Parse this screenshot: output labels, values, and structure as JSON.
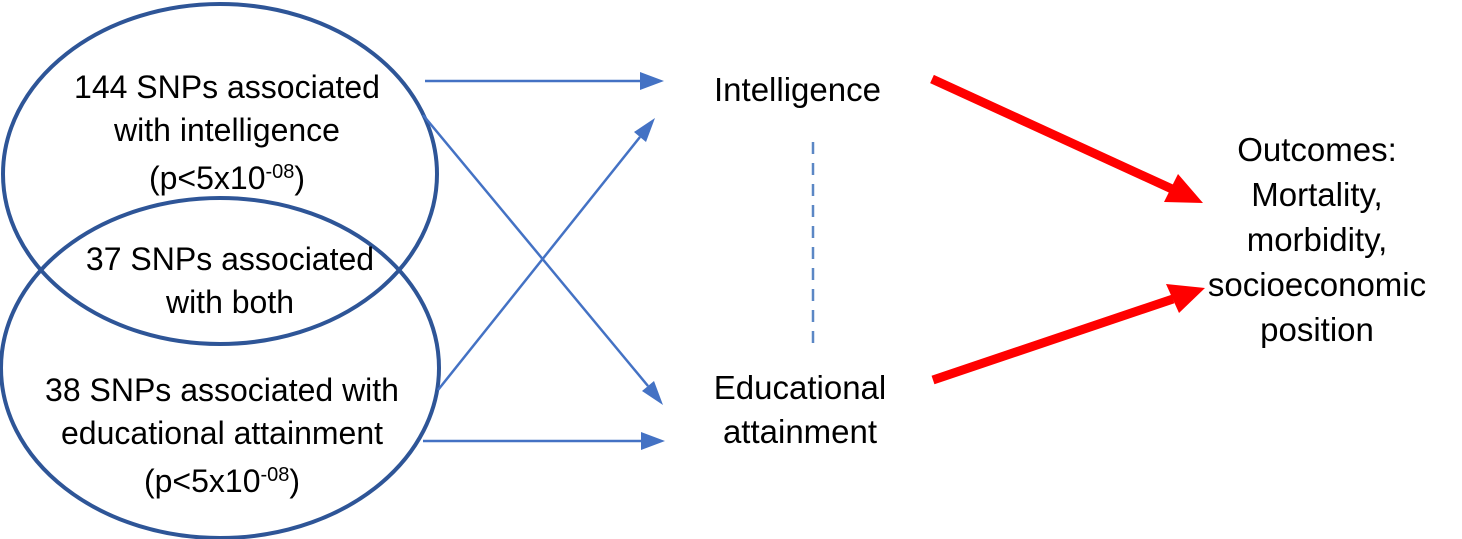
{
  "colors": {
    "ellipse-stroke": "#2E5597",
    "arrow-blue": "#4472C4",
    "dashed-blue": "#5B87C5",
    "arrow-red": "#FF0000",
    "text": "#000000",
    "background": "#FFFFFF"
  },
  "venn": {
    "intelligence_set": {
      "lines": [
        "144 SNPs associated",
        "with intelligence"
      ],
      "pvalue": {
        "prefix": "(p<5x10",
        "superscript": "-08",
        "suffix": ")"
      }
    },
    "overlap": {
      "lines": [
        "37 SNPs associated",
        "with both"
      ]
    },
    "education_set": {
      "lines": [
        "38 SNPs associated with",
        "educational attainment"
      ],
      "pvalue": {
        "prefix": "(p<5x10",
        "superscript": "-08",
        "suffix": ")"
      }
    }
  },
  "exposures": {
    "intelligence": "Intelligence",
    "education": {
      "lines": [
        "Educational",
        "attainment"
      ]
    }
  },
  "outcomes": {
    "lines": [
      "Outcomes:",
      "Mortality,",
      "morbidity,",
      "socioeconomic",
      "position"
    ]
  }
}
